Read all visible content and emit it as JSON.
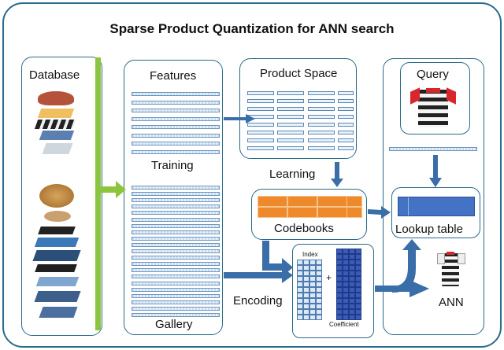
{
  "title": "Sparse Product Quantization for ANN search",
  "labels": {
    "database": "Database",
    "features": "Features",
    "training": "Training",
    "gallery": "Gallery",
    "product_space": "Product  Space",
    "learning": "Learning",
    "codebooks": "Codebooks",
    "encoding": "Encoding",
    "index": "Index",
    "coefficient": "Coefficient",
    "query": "Query",
    "lookup_table": "Lookup table",
    "ann": "ANN"
  },
  "colors": {
    "border": "#2a6a8a",
    "arrow": "#3a6ea8",
    "green_arrow": "#8cc63f",
    "codebook": "#ef8a2c",
    "feature_bar": "#c7ddf0"
  }
}
